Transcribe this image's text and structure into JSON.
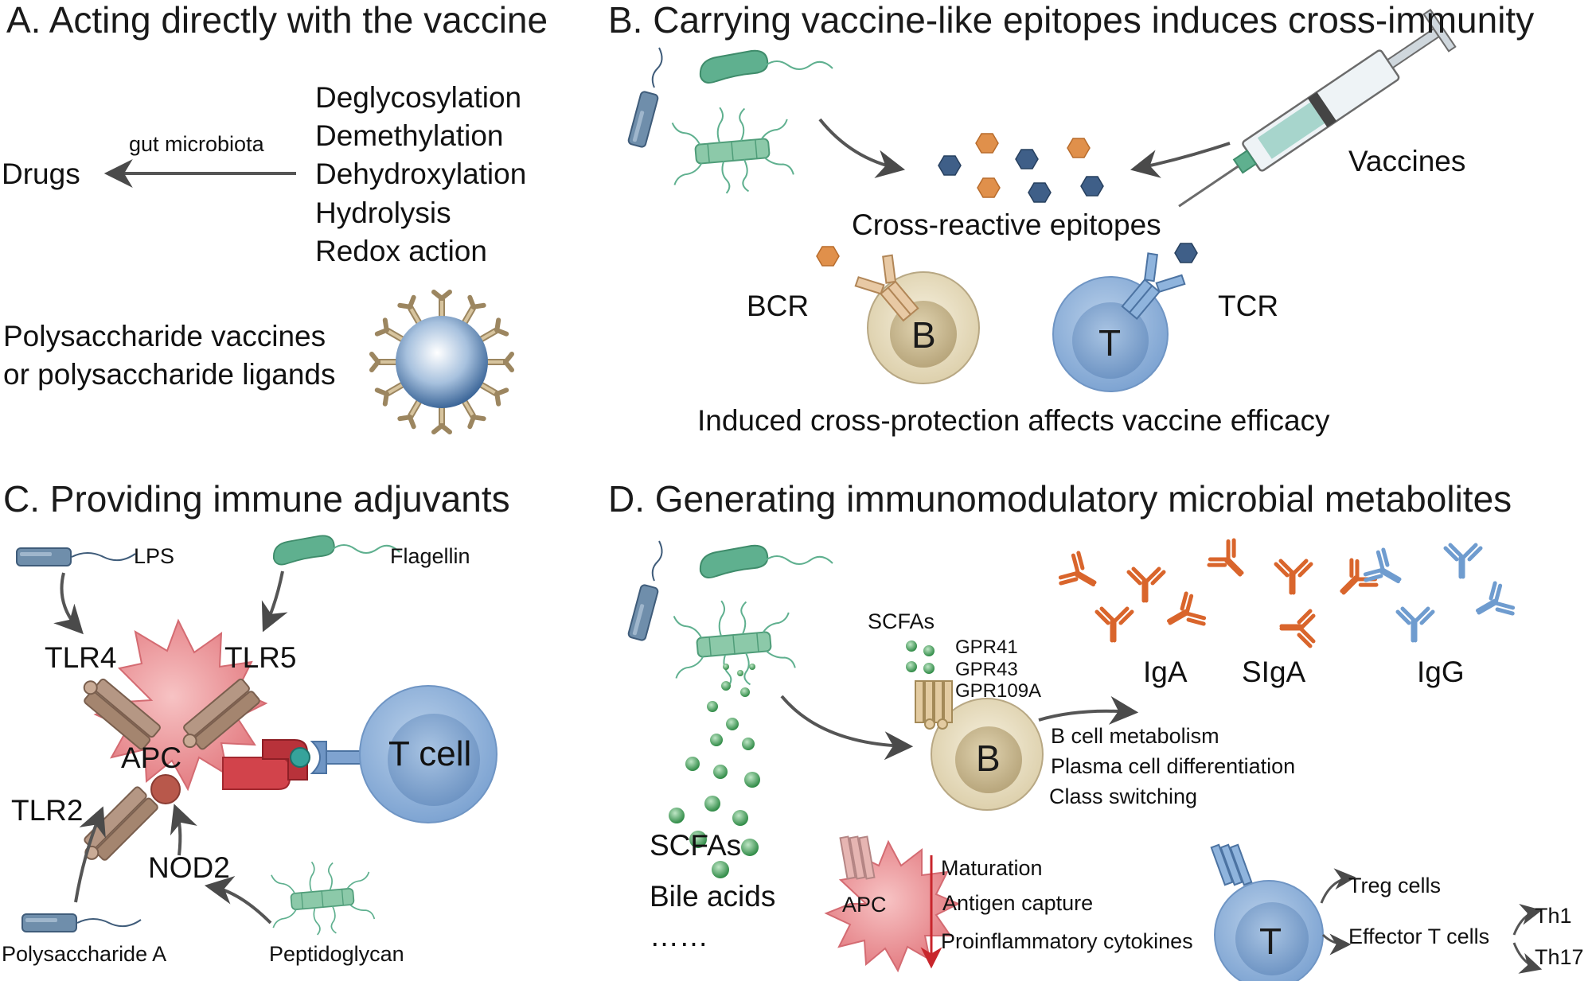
{
  "panel_a": {
    "title": "A. Acting directly with the vaccine",
    "drugs": "Drugs",
    "arrow_label": "gut microbiota",
    "reactions": [
      "Deglycosylation",
      "Demethylation",
      "Dehydroxylation",
      "Hydrolysis",
      "Redox action"
    ],
    "polysaccharide_line1": "Polysaccharide vaccines",
    "polysaccharide_line2": "or polysaccharide ligands"
  },
  "panel_b": {
    "title": "B. Carrying vaccine-like epitopes induces cross-immunity",
    "vaccines": "Vaccines",
    "epitopes": "Cross-reactive epitopes",
    "bcr": "BCR",
    "tcr": "TCR",
    "b_cell": "B",
    "t_cell": "T",
    "caption": "Induced cross-protection affects vaccine efficacy"
  },
  "panel_c": {
    "title": "C. Providing immune adjuvants",
    "lps": "LPS",
    "flagellin": "Flagellin",
    "tlr4": "TLR4",
    "tlr5": "TLR5",
    "tlr2": "TLR2",
    "apc": "APC",
    "t_cell": "T cell",
    "nod2": "NOD2",
    "polysaccharide_a": "Polysaccharide A",
    "peptidoglycan": "Peptidoglycan"
  },
  "panel_d": {
    "title": "D. Generating immunomodulatory microbial metabolites",
    "scfas_small": "SCFAs",
    "gpr41": "GPR41",
    "gpr43": "GPR43",
    "gpr109a": "GPR109A",
    "iga": "IgA",
    "siga": "SIgA",
    "igg": "IgG",
    "b_cell": "B",
    "b_effects": [
      "B cell metabolism",
      "Plasma cell differentiation",
      "Class switching"
    ],
    "metabolites": [
      "SCFAs",
      "Bile acids",
      "……"
    ],
    "apc": "APC",
    "apc_effects": [
      "Maturation",
      "Antigen capture",
      "Proinflammatory cytokines"
    ],
    "t_cell": "T",
    "treg": "Treg cells",
    "effector": "Effector T cells",
    "th1": "Th1",
    "th17": "Th17"
  },
  "colors": {
    "text": "#1a1a1a",
    "arrow": "#555555",
    "bacteria_green": "#5fb08f",
    "rod_blue": "#6f8eab",
    "hex_orange": "#e0904b",
    "hex_blue": "#3f5f88",
    "b_cell_fill": "#e9dfc3",
    "t_cell_fill": "#8fb4dd",
    "apc_pink": "#ea8e93",
    "antibody_orange": "#d9652c",
    "antibody_blue": "#6f9ccf",
    "red_arrow": "#c8262c",
    "scfa_green": "#3f9a55"
  }
}
